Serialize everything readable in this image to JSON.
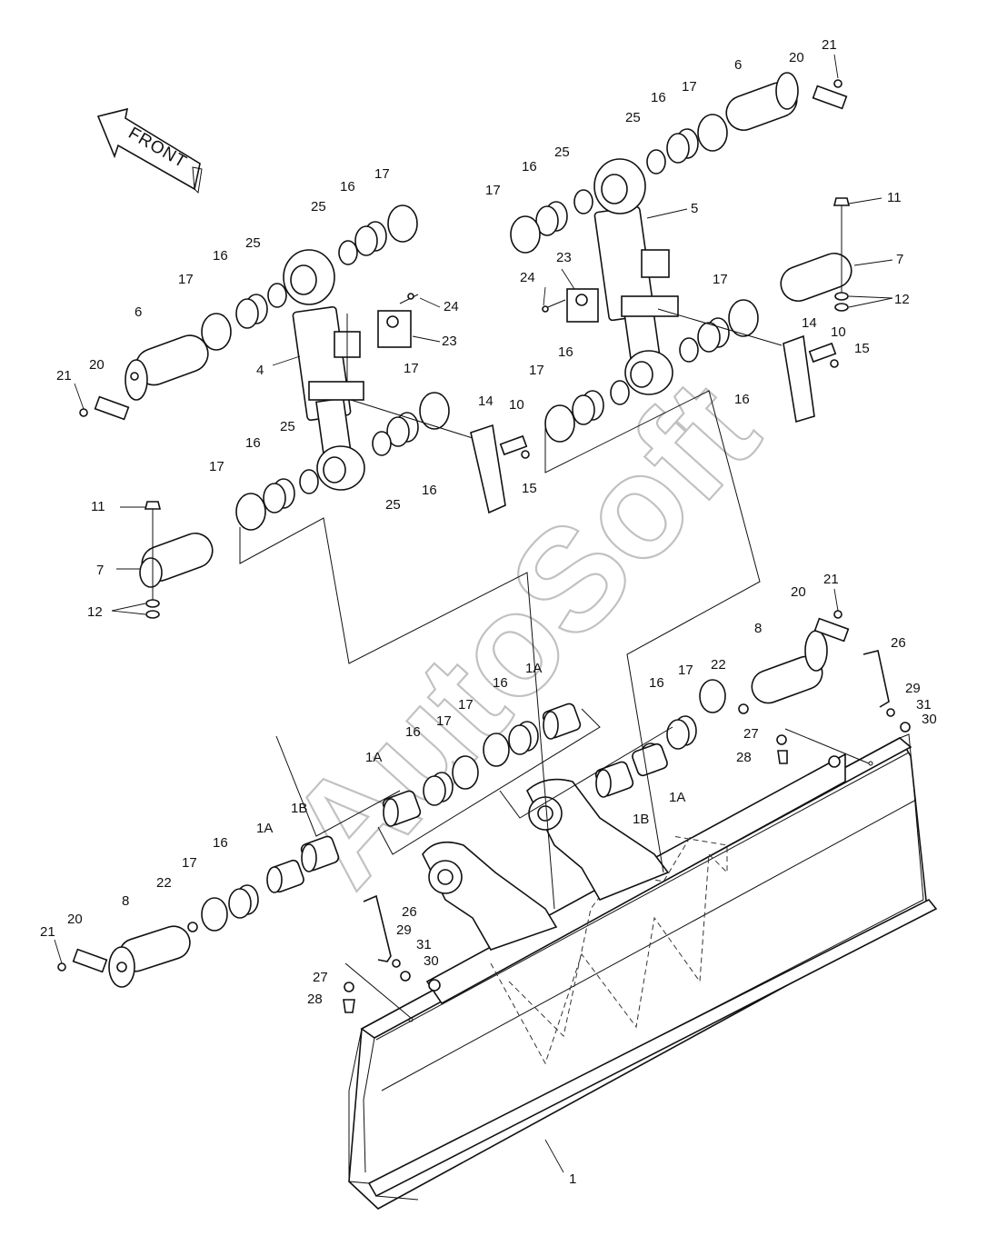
{
  "orientation": {
    "front_label": "FRONT"
  },
  "watermark": {
    "text": "AutoSoft"
  },
  "callouts": {
    "c1": "1",
    "c1A_a": "1A",
    "c1A_b": "1A",
    "c1A_c": "1A",
    "c1A_d": "1A",
    "c1B_a": "1B",
    "c1B_b": "1B",
    "c4": "4",
    "c5": "5",
    "c6_left": "6",
    "c6_right": "6",
    "c7_left": "7",
    "c7_right": "7",
    "c8_left": "8",
    "c8_right": "8",
    "c10_left": "10",
    "c10_right": "10",
    "c11_left": "11",
    "c11_right": "11",
    "c12_left": "12",
    "c12_right": "12",
    "c14_left": "14",
    "c14_right": "14",
    "c15_left": "15",
    "c15_right": "15",
    "c16": [
      "16",
      "16",
      "16",
      "16",
      "16",
      "16",
      "16",
      "16",
      "16",
      "16",
      "16",
      "16"
    ],
    "c17": [
      "17",
      "17",
      "17",
      "17",
      "17",
      "17",
      "17",
      "17",
      "17",
      "17",
      "17",
      "17"
    ],
    "c20_a": "20",
    "c20_b": "20",
    "c20_c": "20",
    "c20_d": "20",
    "c21_a": "21",
    "c21_b": "21",
    "c21_c": "21",
    "c21_d": "21",
    "c22_left": "22",
    "c22_right": "22",
    "c23_left": "23",
    "c23_right": "23",
    "c24_left": "24",
    "c24_right": "24",
    "c25": [
      "25",
      "25",
      "25",
      "25",
      "25",
      "25"
    ],
    "c26_left": "26",
    "c26_right": "26",
    "c27_left": "27",
    "c27_right": "27",
    "c28_left": "28",
    "c28_right": "28",
    "c29_left": "29",
    "c29_right": "29",
    "c30_left": "30",
    "c30_right": "30",
    "c31_left": "31",
    "c31_right": "31"
  }
}
